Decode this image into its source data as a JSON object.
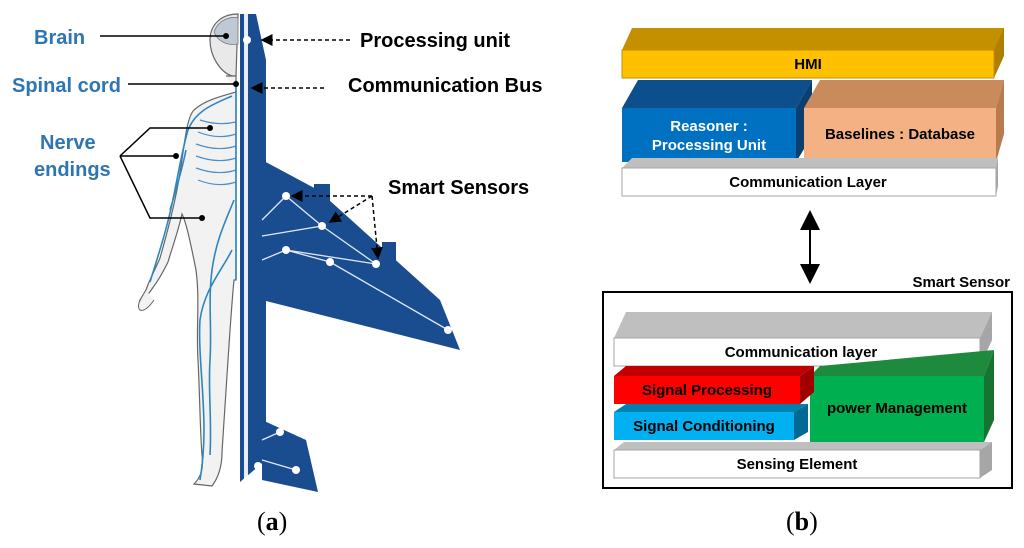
{
  "panel_a": {
    "caption_open": "(",
    "caption_letter": "a",
    "caption_close": ")",
    "human_labels": {
      "brain": "Brain",
      "spinal_cord": "Spinal cord",
      "nerve_line1": "Nerve",
      "nerve_line2": "endings"
    },
    "aircraft_labels": {
      "processing_unit": "Processing unit",
      "communication_bus": "Communication Bus",
      "smart_sensors": "Smart Sensors"
    }
  },
  "panel_b": {
    "caption_open": "(",
    "caption_letter": "b",
    "caption_close": ")",
    "system_stack": {
      "hmi": "HMI",
      "reasoner_line1": "Reasoner :",
      "reasoner_line2": "Processing Unit",
      "baselines": "Baselines : Database",
      "communication_layer": "Communication Layer"
    },
    "smart_sensor": {
      "title": "Smart Sensor",
      "communication_layer": "Communication layer",
      "signal_processing": "Signal Processing",
      "signal_conditioning": "Signal Conditioning",
      "power_management": "power Management",
      "sensing_element": "Sensing Element"
    },
    "colors": {
      "hmi": "#ffc000",
      "reasoner": "#0070c0",
      "baselines": "#f4b183",
      "signal_processing": "#ff0000",
      "signal_conditioning": "#00b0f0",
      "power_management": "#00b050",
      "grey_layer": "#ffffff"
    }
  }
}
